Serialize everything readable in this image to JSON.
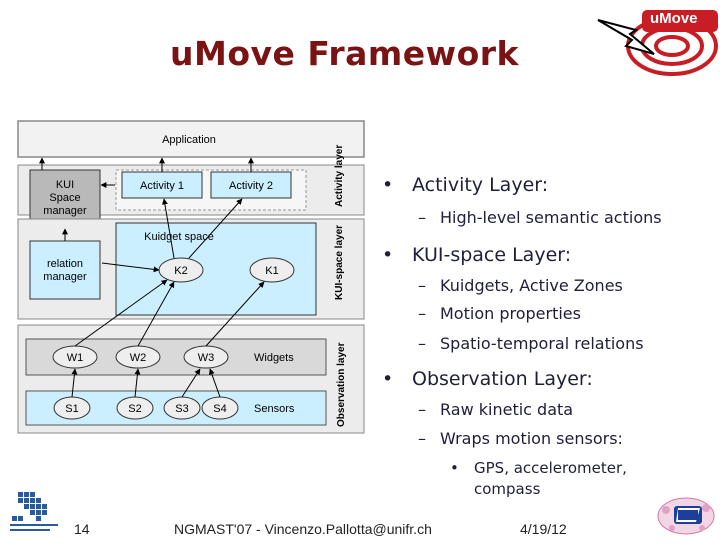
{
  "title": "uMove Framework",
  "logo": {
    "text": "uMove",
    "accent": "#c81d25"
  },
  "diagram": {
    "boxes": {
      "application": "Application",
      "kui_space_manager": "KUI Space manager",
      "activity1": "Activity 1",
      "activity2": "Activity 2",
      "activity_layer": "Activity layer",
      "kuidget_space": "Kuidget space",
      "relation_manager": "relation manager",
      "k2": "K2",
      "k1": "K1",
      "kui_space_layer": "KUI-space layer",
      "w1": "W1",
      "w2": "W2",
      "w3": "W3",
      "widgets": "Widgets",
      "s1": "S1",
      "s2": "S2",
      "s3": "S3",
      "s4": "S4",
      "sensors": "Sensors",
      "observation_layer": "Observation layer"
    }
  },
  "bullets": {
    "activity": {
      "label": "Activity Layer:",
      "items": [
        "High-level semantic actions"
      ]
    },
    "kui": {
      "label": "KUI-space Layer:",
      "items": [
        "Kuidgets, Active Zones",
        "Motion properties",
        "Spatio-temporal relations"
      ]
    },
    "observation": {
      "label": "Observation Layer:",
      "items": [
        "Raw kinetic data",
        "Wraps motion sensors:"
      ],
      "subitems": [
        "GPS, accelerometer, compass"
      ]
    }
  },
  "footer": {
    "page": "14",
    "author": "NGMAST'07 - Vincenzo.Pallotta@unifr.ch",
    "date": "4/19/12"
  },
  "colors": {
    "title": "#7a1414",
    "cyan": "#ccefff",
    "gray": "#b9b9b9",
    "light": "#ececec"
  }
}
